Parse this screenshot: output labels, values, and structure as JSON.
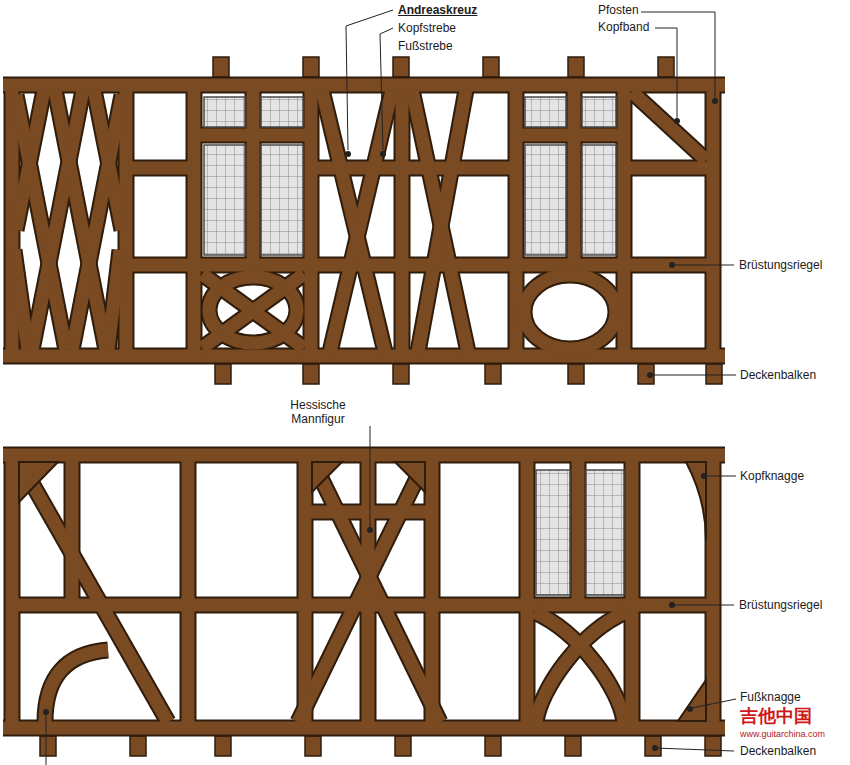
{
  "diagram": {
    "labels": [
      "Andreaskreuz",
      "Kopfstrebe",
      "Fußstrebe",
      "Pfosten",
      "Kopfband",
      "Brüstungsriegel",
      "Deckenbalken",
      "Hessische Mannfigur",
      "Kopfknagge",
      "Brüstungsriegel",
      "Fußknagge",
      "Deckenbalken",
      "吉他中国",
      "www.guitarchina.com"
    ]
  }
}
